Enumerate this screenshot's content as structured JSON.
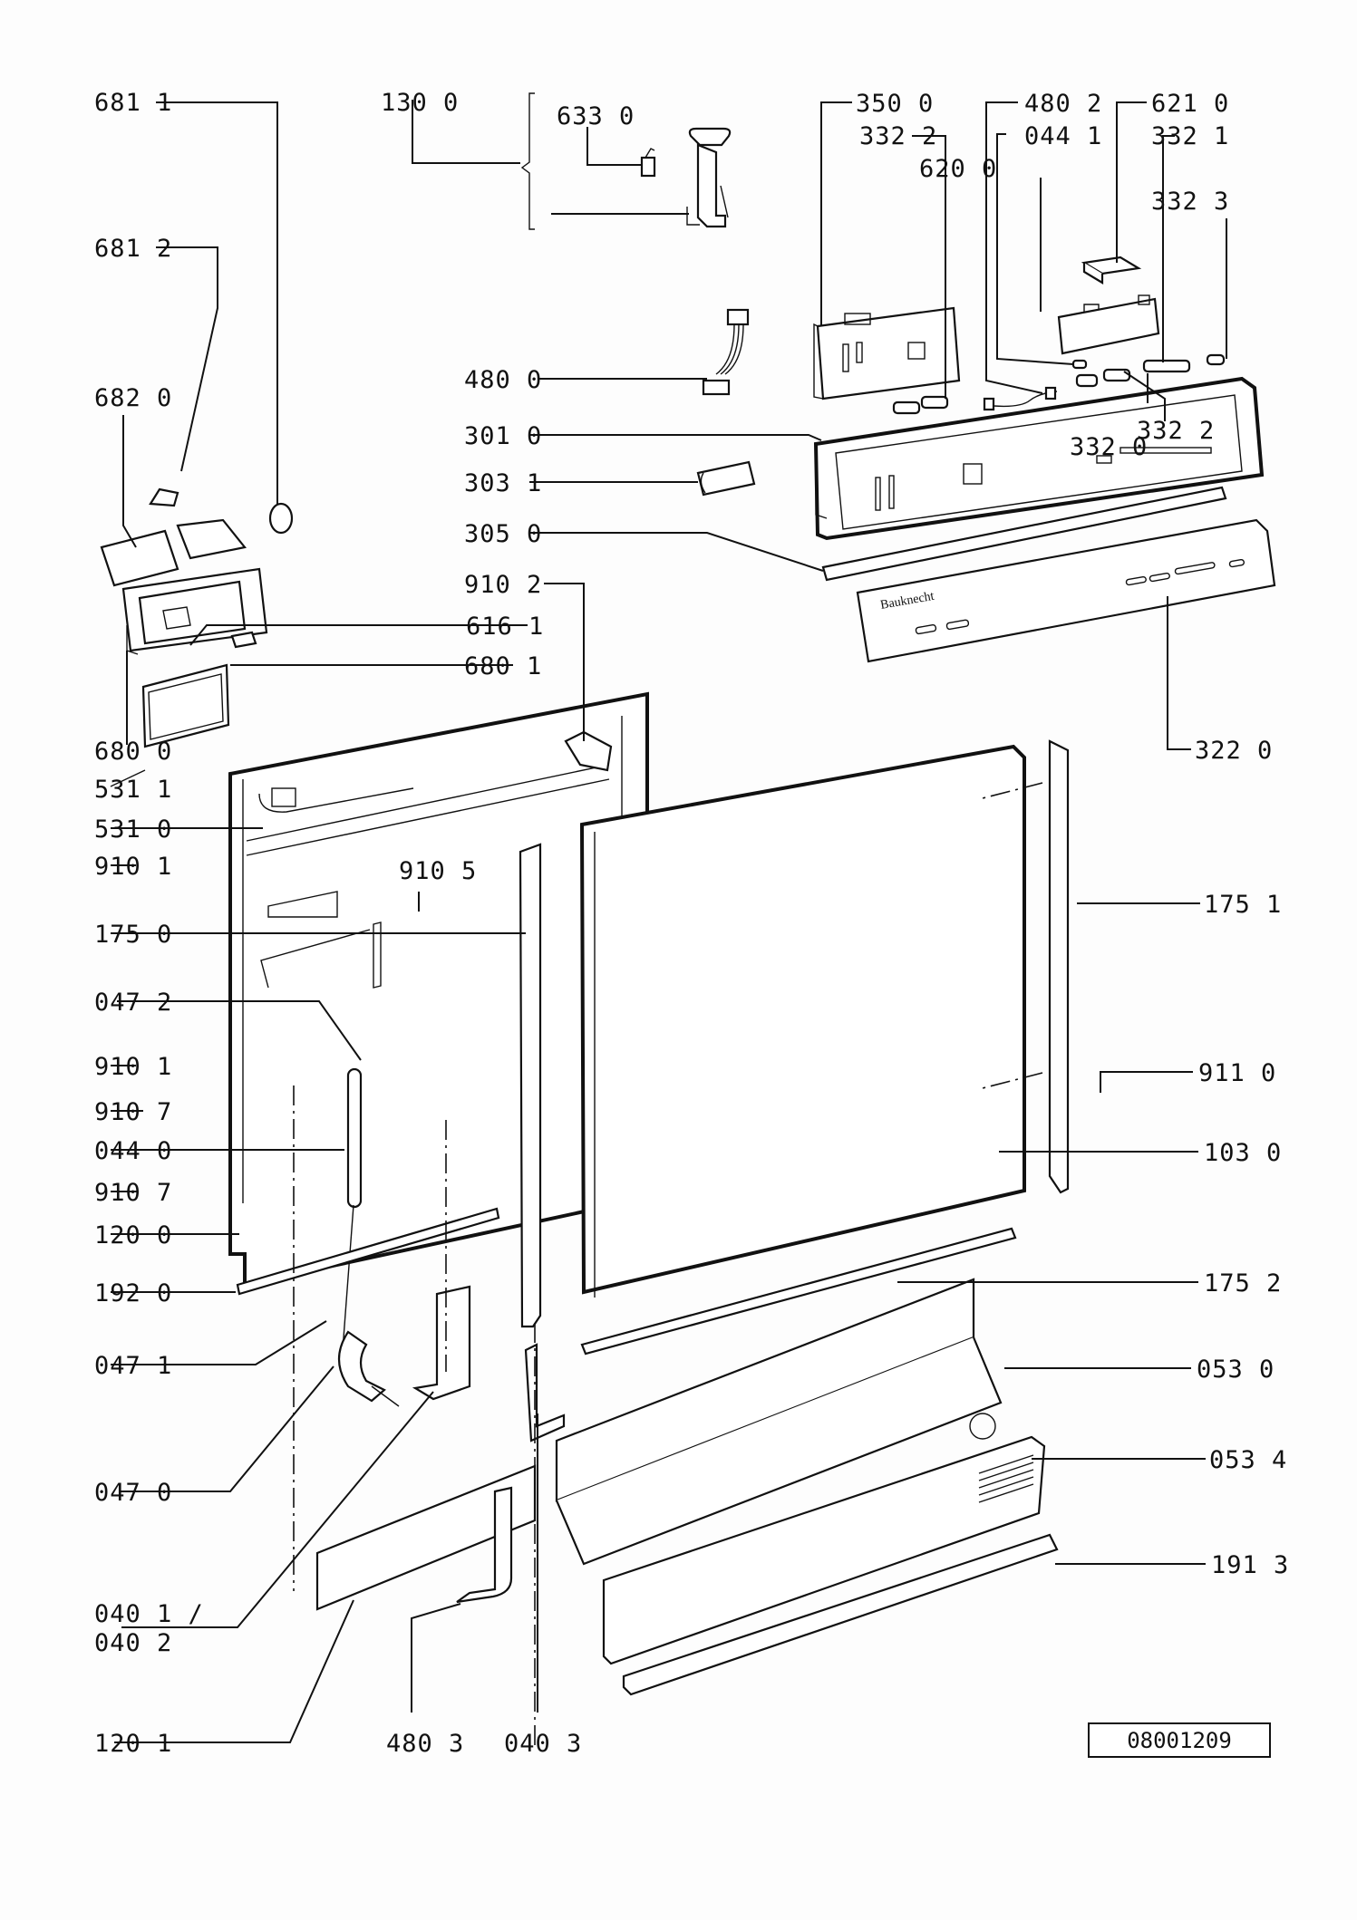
{
  "diagram": {
    "title": "Dishwasher door assembly - exploded parts view",
    "reference_number": "08001209",
    "brand_on_panel": "Bauknecht",
    "labels": [
      {
        "id": "681-1",
        "text": "681 1"
      },
      {
        "id": "130-0",
        "text": "130 0"
      },
      {
        "id": "633-0",
        "text": "633 0"
      },
      {
        "id": "350-0",
        "text": "350 0"
      },
      {
        "id": "480-2",
        "text": "480 2"
      },
      {
        "id": "621-0",
        "text": "621 0"
      },
      {
        "id": "332-2a",
        "text": "332 2"
      },
      {
        "id": "044-1",
        "text": "044 1"
      },
      {
        "id": "332-1",
        "text": "332 1"
      },
      {
        "id": "620-0",
        "text": "620 0"
      },
      {
        "id": "681-2",
        "text": "681 2"
      },
      {
        "id": "332-3",
        "text": "332 3"
      },
      {
        "id": "682-0",
        "text": "682 0"
      },
      {
        "id": "480-0",
        "text": "480 0"
      },
      {
        "id": "301-0",
        "text": "301 0"
      },
      {
        "id": "332-0",
        "text": "332 0"
      },
      {
        "id": "332-2b",
        "text": "332 2"
      },
      {
        "id": "303-1",
        "text": "303 1"
      },
      {
        "id": "305-0",
        "text": "305 0"
      },
      {
        "id": "910-2",
        "text": "910 2"
      },
      {
        "id": "616-1",
        "text": "616 1"
      },
      {
        "id": "680-1",
        "text": "680 1"
      },
      {
        "id": "680-0",
        "text": "680 0"
      },
      {
        "id": "322-0",
        "text": "322 0"
      },
      {
        "id": "531-1",
        "text": "531 1"
      },
      {
        "id": "531-0",
        "text": "531 0"
      },
      {
        "id": "910-1a",
        "text": "910 1"
      },
      {
        "id": "910-5",
        "text": "910 5"
      },
      {
        "id": "175-1",
        "text": "175 1"
      },
      {
        "id": "175-0",
        "text": "175 0"
      },
      {
        "id": "047-2",
        "text": "047 2"
      },
      {
        "id": "910-1b",
        "text": "910 1"
      },
      {
        "id": "911-0",
        "text": "911 0"
      },
      {
        "id": "910-7a",
        "text": "910 7"
      },
      {
        "id": "044-0",
        "text": "044 0"
      },
      {
        "id": "103-0",
        "text": "103 0"
      },
      {
        "id": "910-7b",
        "text": "910 7"
      },
      {
        "id": "120-0",
        "text": "120 0"
      },
      {
        "id": "192-0",
        "text": "192 0"
      },
      {
        "id": "175-2",
        "text": "175 2"
      },
      {
        "id": "047-1",
        "text": "047 1"
      },
      {
        "id": "053-0",
        "text": "053 0"
      },
      {
        "id": "047-0",
        "text": "047 0"
      },
      {
        "id": "053-4",
        "text": "053 4"
      },
      {
        "id": "191-3",
        "text": "191 3"
      },
      {
        "id": "040-1",
        "text": "040 1 /"
      },
      {
        "id": "040-2",
        "text": "040 2"
      },
      {
        "id": "120-1",
        "text": "120 1"
      },
      {
        "id": "480-3",
        "text": "480 3"
      },
      {
        "id": "040-3",
        "text": "040 3"
      }
    ]
  }
}
